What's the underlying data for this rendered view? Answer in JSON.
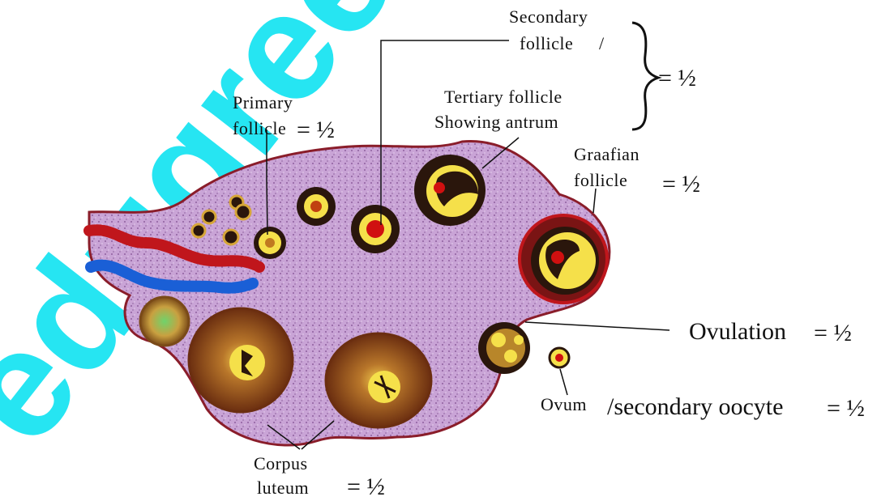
{
  "labels": {
    "secondary_follicle": [
      "Secondary",
      "follicle"
    ],
    "secondary_follicle_slash": "/",
    "bracket_score": "= ½",
    "primary_follicle": [
      "Primary",
      "follicle"
    ],
    "primary_score": "= ½",
    "tertiary_follicle": [
      "Tertiary follicle",
      "Showing antrum"
    ],
    "graafian_follicle": [
      "Graafian",
      "follicle"
    ],
    "graafian_score": "= ½",
    "ovulation": "Ovulation",
    "ovulation_score": "= ½",
    "ovum_small": "Ovum",
    "ovum_large": "/secondary oocyte",
    "ovum_score": "= ½",
    "corpus_luteum": [
      "Corpus",
      "luteum"
    ],
    "corpus_score": "= ½"
  },
  "watermark": "edugreen",
  "colors": {
    "stroma": "#c9a4d6",
    "stroma_edge": "#8a1d2a",
    "watermark": "#00e0f0",
    "follicle_dark": "#2a160c",
    "follicle_yellow": "#f5e04a",
    "corpus_brown": "#8b4513",
    "vessel_red": "#c0161c",
    "vessel_blue": "#1a5fd6"
  }
}
